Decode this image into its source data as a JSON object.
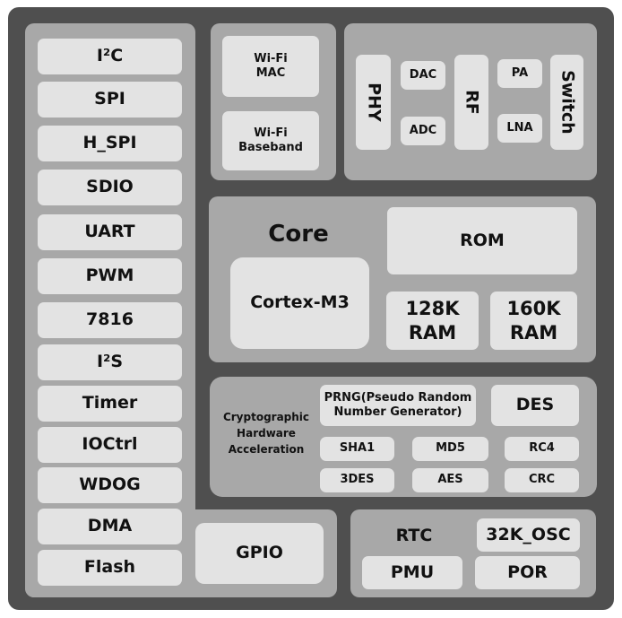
{
  "peripherals": [
    "I²C",
    "SPI",
    "H_SPI",
    "SDIO",
    "UART",
    "PWM",
    "7816",
    "I²S",
    "Timer",
    "IOCtrl",
    "WDOG",
    "DMA",
    "Flash"
  ],
  "gpio": "GPIO",
  "wifi": {
    "mac": "Wi-Fi MAC",
    "baseband": "Wi-Fi Baseband"
  },
  "radio": {
    "phy": "PHY",
    "dac": "DAC",
    "adc": "ADC",
    "rf": "RF",
    "pa": "PA",
    "lna": "LNA",
    "switch": "Switch"
  },
  "core": {
    "title": "Core",
    "cpu": "Cortex-M3",
    "rom": "ROM",
    "ram1_size": "128K",
    "ram2_size": "160K",
    "ram_unit": "RAM"
  },
  "crypto": {
    "title": "Cryptographic Hardware Acceleration",
    "prng": "PRNG(Pseudo Random Number Generator)",
    "des": "DES",
    "sha1": "SHA1",
    "md5": "MD5",
    "rc4": "RC4",
    "des3": "3DES",
    "aes": "AES",
    "crc": "CRC"
  },
  "power": {
    "rtc": "RTC",
    "osc": "32K_OSC",
    "pmu": "PMU",
    "por": "POR"
  },
  "colors": {
    "frame": "#4f4f4f",
    "panel": "#a8a8a8",
    "block": "#e3e3e3"
  }
}
